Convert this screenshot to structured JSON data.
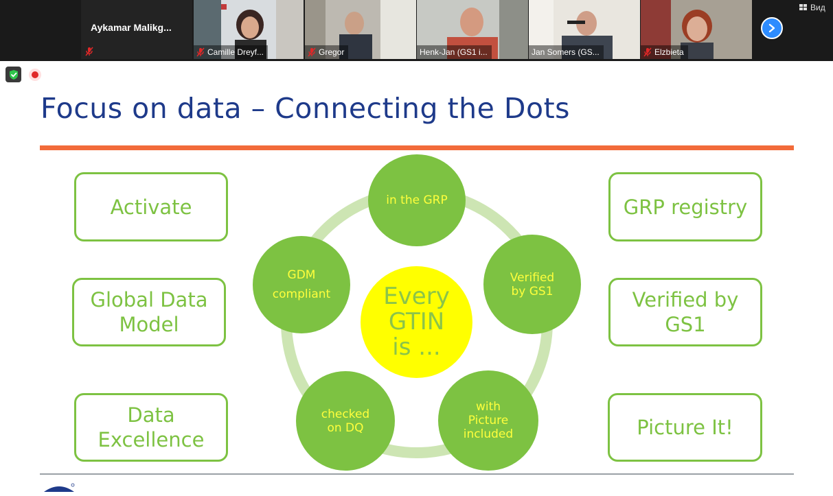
{
  "participants": [
    {
      "name": "Aykamar  Malikg...",
      "muted": true,
      "video": false
    },
    {
      "name": "Camille Dreyf...",
      "muted": true,
      "video": true
    },
    {
      "name": "Gregor",
      "muted": true,
      "video": true
    },
    {
      "name": "Henk-Jan (GS1 i...",
      "muted": false,
      "video": true
    },
    {
      "name": "Jan Somers (GS...",
      "muted": false,
      "video": true,
      "active": true
    },
    {
      "name": "Elzbieta",
      "muted": true,
      "video": true
    }
  ],
  "toolbar": {
    "view_label": "Вид"
  },
  "slide": {
    "title": "Focus on data – Connecting the Dots",
    "left_boxes": [
      "Activate",
      "Global Data Model",
      "Data Excellence"
    ],
    "right_boxes": [
      "GRP registry",
      "Verified by GS1",
      "Picture It!"
    ],
    "center": "Every GTIN is ...",
    "circles": {
      "top": "in the GRP",
      "right": "Verified by GS1",
      "bottom_right": "with Picture included",
      "bottom_left": "checked on DQ",
      "left": "GDM compliant"
    }
  },
  "colors": {
    "green": "#7dc242",
    "yellow": "#ffff00",
    "orange": "#f26b3a",
    "title": "#1e3a8a",
    "zoom_blue": "#2d8cff"
  }
}
